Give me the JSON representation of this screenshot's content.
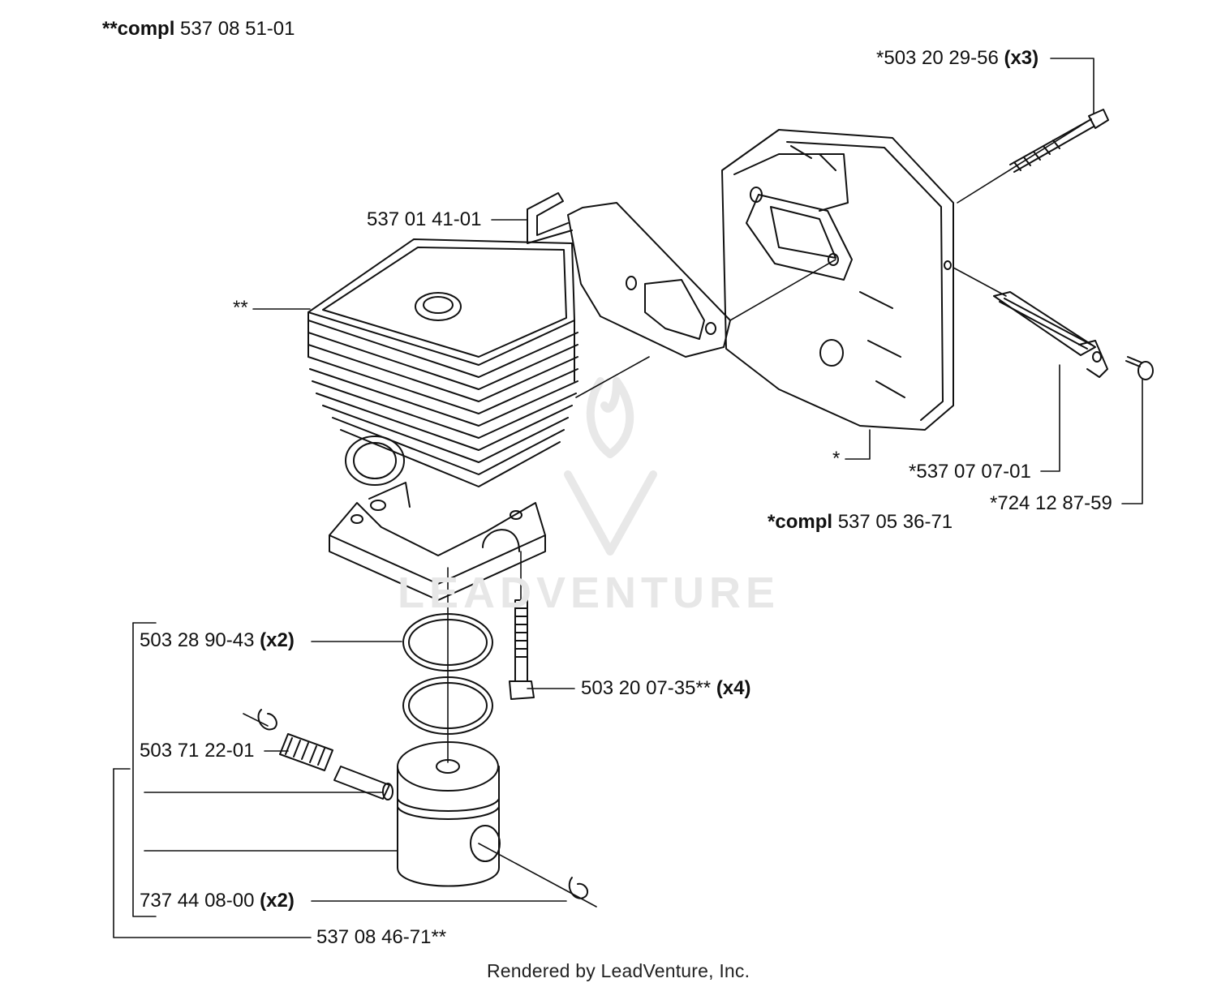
{
  "assembly_top_left": {
    "prefix": "**compl",
    "number": "537 08 51-01"
  },
  "assembly_muffler": {
    "prefix": "*compl",
    "number": "537 05 36-71"
  },
  "parts": {
    "muffler_bolt": {
      "number": "*503 20 29-56",
      "qty": "(x3)"
    },
    "bracket_plate": {
      "number": "537 01 41-01"
    },
    "cylinder": {
      "number": "**"
    },
    "muffler": {
      "number": "*"
    },
    "spark_screen": {
      "number": "*537 07 07-01"
    },
    "screen_screw": {
      "number": "*724 12 87-59"
    },
    "piston_ring": {
      "number": "503 28 90-43",
      "qty": "(x2)"
    },
    "cylinder_screw": {
      "number": "503 20 07-35**",
      "qty": "(x4)"
    },
    "needle_bearing": {
      "number": "503 71 22-01"
    },
    "circlip": {
      "number": "737 44 08-00",
      "qty": "(x2)"
    },
    "piston_kit": {
      "number": "537 08 46-71**"
    }
  },
  "watermark": {
    "text": "LEADVENTURE"
  },
  "footer": {
    "text": "Rendered by LeadVenture, Inc."
  }
}
